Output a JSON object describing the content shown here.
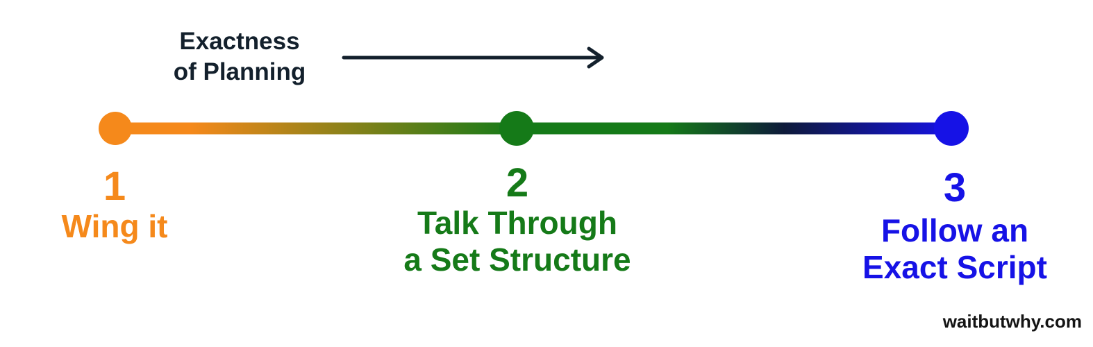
{
  "axis": {
    "title_line1": "Exactness",
    "title_line2": "of Planning"
  },
  "colors": {
    "stage1": "#f5891b",
    "stage2": "#157a18",
    "stage3": "#1612e6",
    "gradient_mid_dark": "#0e1a3a",
    "text_dark": "#13202c"
  },
  "stages": [
    {
      "number": "1",
      "lines": [
        "Wing it"
      ]
    },
    {
      "number": "2",
      "lines": [
        "Talk Through",
        "a Set Structure"
      ]
    },
    {
      "number": "3",
      "lines": [
        "Follow an",
        "Exact Script"
      ]
    }
  ],
  "credit": "waitbutwhy.com"
}
